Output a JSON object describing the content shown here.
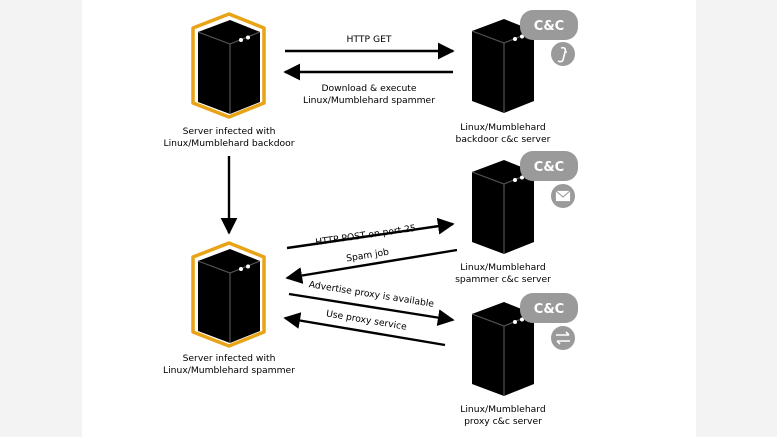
{
  "colors": {
    "server_body": "#000000",
    "server_outline": "#e8a317",
    "cc_badge": "#9a9a9a",
    "line": "#000000",
    "background": "#ffffff"
  },
  "icons": {
    "cc_backdoor": "shell-script-icon",
    "cc_spammer": "envelope-icon",
    "cc_proxy": "swap-arrows-icon"
  },
  "nodes": {
    "infected_backdoor": {
      "label_line1": "Server infected with",
      "label_line2": "Linux/Mumblehard backdoor"
    },
    "infected_spammer": {
      "label_line1": "Server infected with",
      "label_line2": "Linux/Mumblehard spammer"
    },
    "cc_backdoor": {
      "badge": "C&C",
      "label_line1": "Linux/Mumblehard",
      "label_line2": "backdoor c&c server"
    },
    "cc_spammer": {
      "badge": "C&C",
      "label_line1": "Linux/Mumblehard",
      "label_line2": "spammer c&c server"
    },
    "cc_proxy": {
      "badge": "C&C",
      "label_line1": "Linux/Mumblehard",
      "label_line2": "proxy c&c server"
    }
  },
  "edges": {
    "http_get": "HTTP GET",
    "download_line1": "Download & execute",
    "download_line2": "Linux/Mumblehard spammer",
    "http_post": "HTTP POST on port 25",
    "spam_job": "Spam job",
    "advertise_proxy": "Advertise proxy is available",
    "use_proxy": "Use proxy service"
  }
}
